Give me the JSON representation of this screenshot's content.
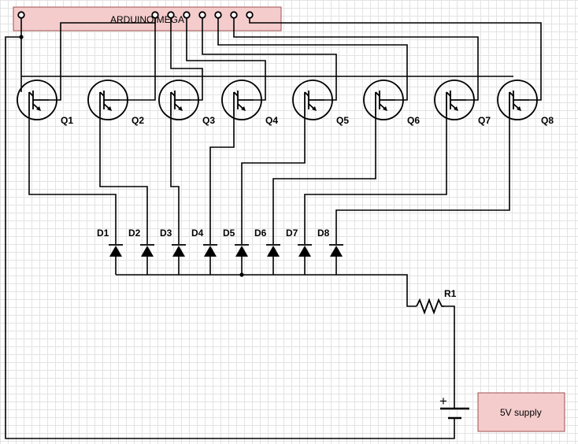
{
  "arduino": {
    "label": "ARDUINO MEGA"
  },
  "supply": {
    "label": "5V supply"
  },
  "battery": {
    "polarity": "+"
  },
  "resistor": {
    "label": "R1"
  },
  "transistors": [
    "Q1",
    "Q2",
    "Q3",
    "Q4",
    "Q5",
    "Q6",
    "Q7",
    "Q8"
  ],
  "diodes": [
    "D1",
    "D2",
    "D3",
    "D4",
    "D5",
    "D6",
    "D7",
    "D8"
  ],
  "colors": {
    "box_fill": "#f4cccc",
    "box_stroke": "#a05050",
    "wire": "#000000",
    "grid": "#e3e3e3"
  }
}
